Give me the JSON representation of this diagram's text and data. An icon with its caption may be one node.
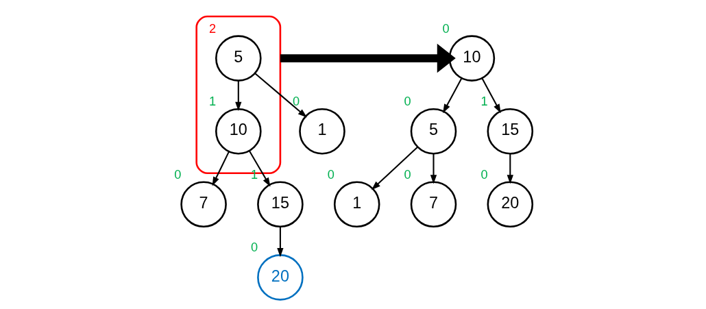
{
  "diagram": {
    "nodes": [
      {
        "text": [],
        "shape": "ellipse"
      },
      {
        "text": [
          "5"
        ],
        "beside": [
          "2"
        ],
        "in": 0
      },
      {
        "text": [
          "1"
        ],
        "beside": [
          "0"
        ]
      },
      {
        "text": [
          "10"
        ],
        "beside": [
          "1"
        ],
        "in": 0
      },
      {
        "text": [
          "7"
        ],
        "beside": [
          "0"
        ]
      },
      {
        "text": [
          "15"
        ],
        "beside": [
          "1"
        ]
      },
      {
        "text": [
          "20"
        ],
        "beside": [
          "0"
        ]
      },
      {
        "text": [
          "10"
        ],
        "beside": [
          "0"
        ]
      },
      {
        "text": [
          "5"
        ],
        "beside": [
          "0"
        ]
      },
      {
        "text": [
          "15"
        ],
        "beside": [
          "1"
        ]
      },
      {
        "text": [
          "1"
        ],
        "beside": [
          "0"
        ]
      },
      {
        "text": [
          "7"
        ],
        "beside": [
          "0"
        ]
      },
      {
        "text": [
          "20"
        ],
        "beside": [
          "0"
        ]
      }
    ],
    "edges": [
      {
        "from": 1,
        "to": 2,
        "arrow": "to"
      },
      {
        "from": 1,
        "to": 3,
        "arrow": "to"
      },
      {
        "from": 3,
        "to": 4,
        "arrow": "to"
      },
      {
        "from": 3,
        "to": 5,
        "arrow": "to"
      },
      {
        "from": 5,
        "to": 6,
        "arrow": "to"
      },
      {
        "from": 0,
        "to": 7,
        "arrow": "to",
        "style": "thick"
      },
      {
        "from": 7,
        "to": 8,
        "arrow": "to"
      },
      {
        "from": 7,
        "to": 9,
        "arrow": "to"
      },
      {
        "from": 8,
        "to": 10,
        "arrow": "to"
      },
      {
        "from": 8,
        "to": 11,
        "arrow": "to"
      },
      {
        "from": 9,
        "to": 12,
        "arrow": "to"
      }
    ]
  }
}
